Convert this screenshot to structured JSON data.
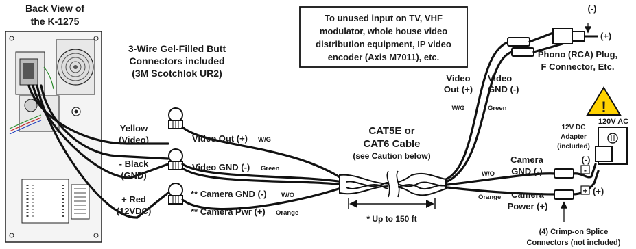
{
  "header": {
    "back_view_title_1": "Back View of",
    "back_view_title_2": "the K-1275"
  },
  "connectors_note": {
    "line1": "3-Wire Gel-Filled Butt",
    "line2": "Connectors included",
    "line3": "(3M Scotchlok UR2)"
  },
  "tv_note": {
    "line1": "To unused input on TV, VHF",
    "line2": "modulator, whole house video",
    "line3": "distribution equipment, IP video",
    "line4": "encoder (Axis M7011), etc."
  },
  "wires_left": {
    "yellow_1": "Yellow",
    "yellow_2": "(Video)",
    "black_1": "- Black",
    "black_2": "(GND)",
    "red_1": "+ Red",
    "red_2": "(12VDC)"
  },
  "wire_labels": {
    "video_out": "Video Out (+)",
    "video_out_color": "W/G",
    "video_gnd": "Video GND (-)",
    "video_gnd_color": "Green",
    "cam_gnd": "** Camera GND (-)",
    "cam_gnd_color": "W/O",
    "cam_pwr": "** Camera Pwr (+)",
    "cam_pwr_color": "Orange"
  },
  "cable": {
    "line1": "CAT5E or",
    "line2": "CAT6 Cable",
    "line3": "(see Caution below)",
    "length": "* Up to 150 ft"
  },
  "right_video": {
    "out_1": "Video",
    "out_2": "Out (+)",
    "out_color": "W/G",
    "gnd_1": "Video",
    "gnd_2": "GND (-)",
    "gnd_color": "Green"
  },
  "rca": {
    "minus": "(-)",
    "plus": "(+)",
    "label_1": "Phono (RCA) Plug,",
    "label_2": "F Connector, Etc."
  },
  "power": {
    "ac": "120V AC",
    "adapter_1": "12V DC",
    "adapter_2": "Adapter",
    "adapter_3": "(included)",
    "minus": "(-)",
    "plus": "(+)",
    "minus_sign": "-",
    "plus_sign": "+",
    "warning_glyph": "!"
  },
  "camera_right": {
    "gnd_1": "Camera",
    "gnd_2": "GND (-)",
    "gnd_color": "W/O",
    "pwr_color": "Orange",
    "pwr_1": "Camera",
    "pwr_2": "Power (+)"
  },
  "splice_note": {
    "line1": "(4) Crimp-on Splice",
    "line2": "Connectors (not included)"
  }
}
